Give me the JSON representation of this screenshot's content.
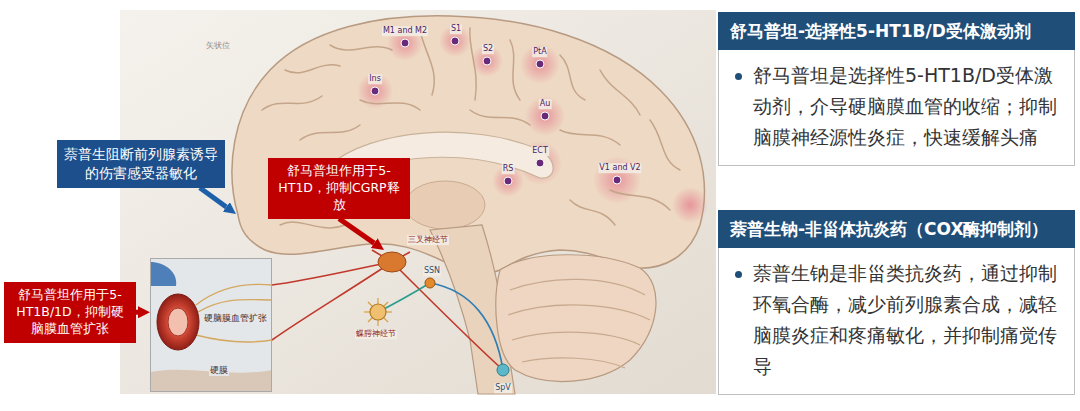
{
  "diagram": {
    "nodes": [
      {
        "text": [
          "萘普生阻断前列腺素诱导的伤害感受器敏化"
        ]
      },
      {
        "text": [
          "舒马普坦作用于5-HT1D，抑制CGRP释放"
        ]
      },
      {
        "text": [
          "舒马普坦作用于5-HT1B/1D，抑制硬脑膜血管扩张"
        ]
      },
      {
        "text": [
          "硬脑膜血管扩张",
          "硬膜"
        ]
      },
      {
        "text": [
          "舒马普坦-选择性5-HT1B/D受体激动剂",
          "舒马普坦是选择性5-HT1B/D受体激动剂，介导硬脑膜血管的收缩；抑制脑膜神经源性炎症，快速缓解头痛"
        ]
      },
      {
        "text": [
          "萘普生钠-非甾体抗炎药（COX酶抑制剂）",
          "萘普生钠是非甾类抗炎药，通过抑制环氧合酶，减少前列腺素合成，减轻脑膜炎症和疼痛敏化，并抑制痛觉传导"
        ]
      }
    ],
    "edges": [
      {
        "from": 2,
        "to": 3,
        "arrow": "to"
      }
    ],
    "labels": [
      "矢状位",
      "M1 and M2",
      "S1",
      "S2",
      "PtA",
      "Ins",
      "Au",
      "ECT",
      "RS",
      "V1 and V2",
      "三叉神经节",
      "SSN",
      "蝶腭神经节",
      "SpV"
    ]
  }
}
